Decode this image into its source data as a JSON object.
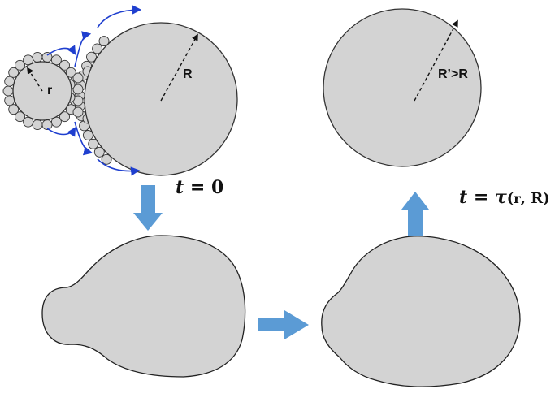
{
  "diagram": {
    "labels": {
      "small_radius": "r",
      "large_radius": "R",
      "final_radius": "R’>R",
      "time_start_var": "t",
      "time_start_eq": " = ",
      "time_start_val": "0",
      "time_end_var": "t",
      "time_end_eq": " = ",
      "time_end_tau": "τ",
      "time_end_open": "(",
      "time_end_r": "r",
      "time_end_comma": ", ",
      "time_end_R": "R",
      "time_end_close": ")"
    },
    "colors": {
      "particle_fill": "#d3d3d3",
      "particle_stroke": "#333333",
      "stage_arrow": "#5b9bd5",
      "flow_arrow": "#1f3fcf",
      "radius_line": "#111111"
    },
    "icons": {
      "stage_arrows": "block-arrow-icon",
      "flow_arrows": "curved-flow-arrow-icon"
    }
  }
}
